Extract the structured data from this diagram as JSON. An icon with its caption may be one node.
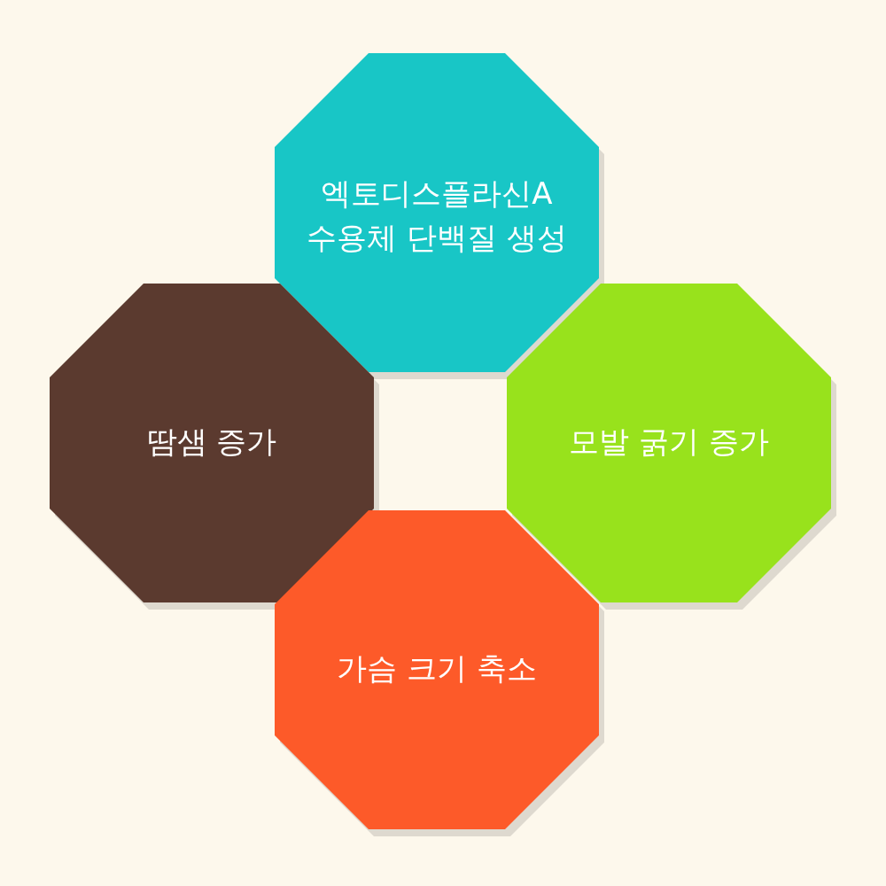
{
  "diagram": {
    "nodes": [
      {
        "text": [
          "엑토디스플라신A 수용체 단백질 생성"
        ]
      },
      {
        "text": [
          "땀샘 증가"
        ]
      },
      {
        "text": [
          "모발 굵기 증가"
        ]
      },
      {
        "text": [
          "가슴 크기 축소"
        ]
      }
    ]
  }
}
